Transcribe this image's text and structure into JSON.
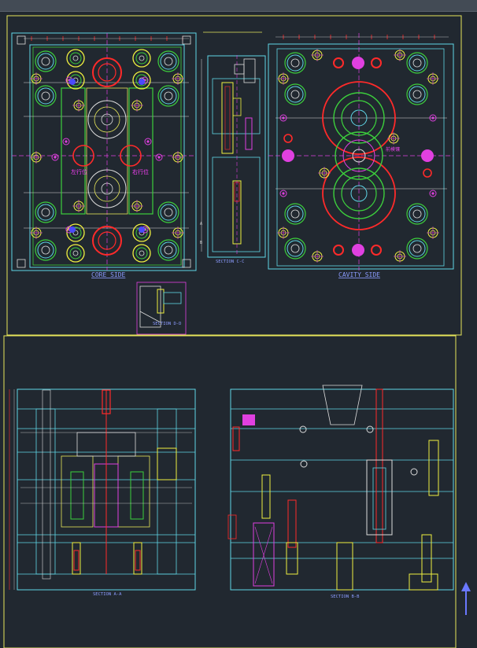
{
  "labels": {
    "core_side": "CORE SIDE",
    "cavity_side": "CAVITY SIDE",
    "section_cc": "SECTION C-C",
    "section_dd": "SECTION D-D",
    "section_aa": "SECTION A-A",
    "section_bb": "SECTION B-B",
    "mark_a": "A",
    "mark_b": "B",
    "slider_left": "左行位",
    "slider_right": "右行位",
    "core_name": "前模镶"
  },
  "colors": {
    "background": "#212830",
    "border": "#e6e65a",
    "plate": "#5fd6e6",
    "green": "#3ccf3c",
    "magenta": "#e040e0",
    "red": "#ff2a2a",
    "yellow": "#f0f040",
    "white": "#dcdcdc",
    "label": "#8c9cff"
  },
  "icons": {
    "ucs": "ucs-arrow-icon"
  }
}
